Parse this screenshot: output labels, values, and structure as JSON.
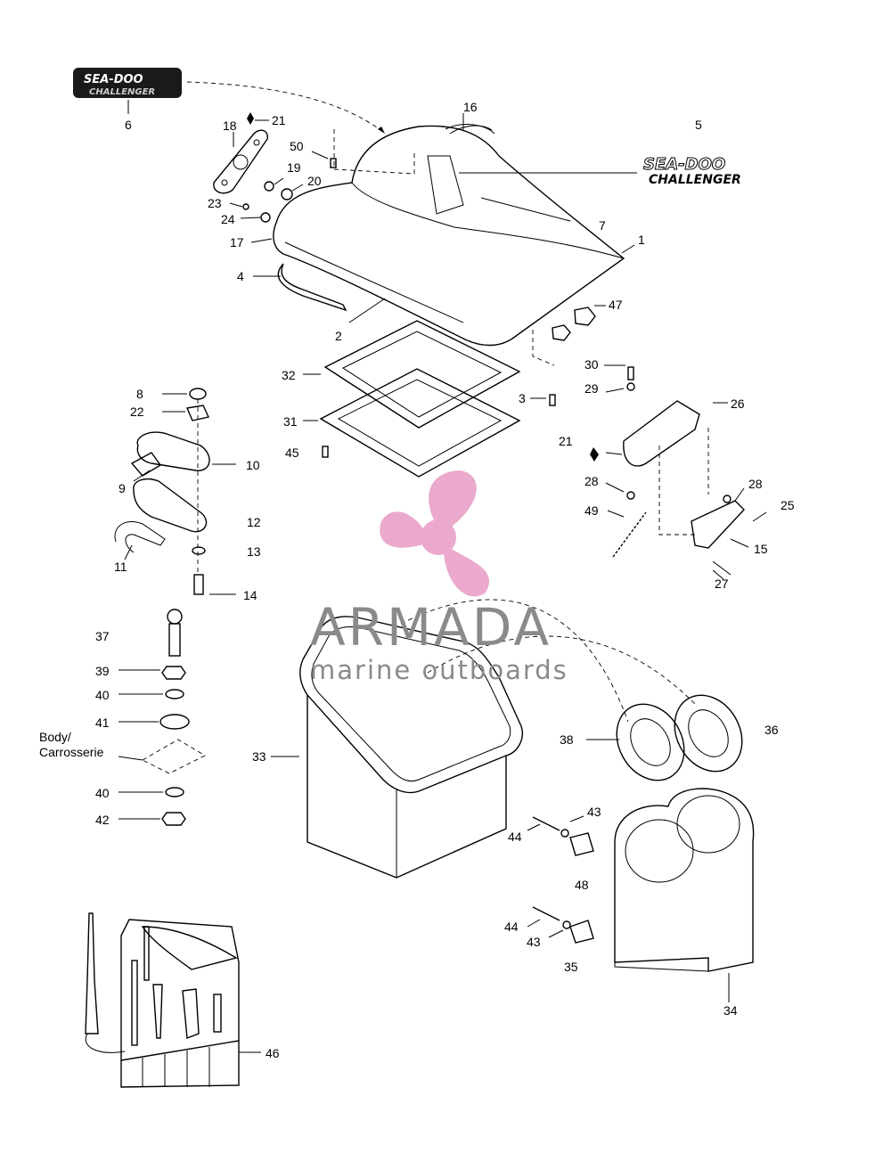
{
  "labels": {
    "p1": "1",
    "p2": "2",
    "p3": "3",
    "p4": "4",
    "p5": "5",
    "p6": "6",
    "p7": "7",
    "p8": "8",
    "p9": "9",
    "p10": "10",
    "p11": "11",
    "p12": "12",
    "p13": "13",
    "p14": "14",
    "p15": "15",
    "p16": "16",
    "p17": "17",
    "p18": "18",
    "p19": "19",
    "p20": "20",
    "p21a": "21",
    "p21b": "21",
    "p22": "22",
    "p23": "23",
    "p24": "24",
    "p25": "25",
    "p26": "26",
    "p27": "27",
    "p28a": "28",
    "p28b": "28",
    "p29": "29",
    "p30": "30",
    "p31": "31",
    "p32": "32",
    "p33": "33",
    "p34": "34",
    "p35": "35",
    "p36": "36",
    "p37": "37",
    "p38": "38",
    "p39": "39",
    "p40a": "40",
    "p40b": "40",
    "p41": "41",
    "p42": "42",
    "p43a": "43",
    "p43b": "43",
    "p44a": "44",
    "p44b": "44",
    "p45": "45",
    "p46": "46",
    "p47": "47",
    "p48": "48",
    "p49": "49",
    "p50": "50",
    "body_line1": "Body/",
    "body_line2": "Carrosserie"
  },
  "decal": {
    "brand": "SEA-DOO",
    "model": "CHALLENGER"
  },
  "watermark": {
    "title": "ARMADA",
    "subtitle": "marine outboards",
    "logo_color": "#e8a0c8",
    "text_color": "#8a8a8a"
  }
}
